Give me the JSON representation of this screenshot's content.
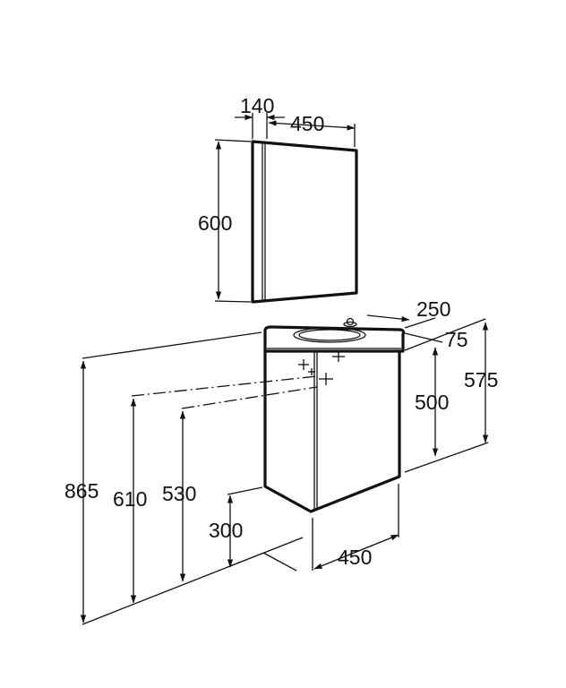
{
  "mirror": {
    "depth": "140",
    "width": "450",
    "height": "600"
  },
  "basin": {
    "depth": "250",
    "offset": "75",
    "front_height": "500",
    "total_height": "575",
    "width": "450"
  },
  "installation": {
    "overall_height": "865",
    "waste_height_1": "610",
    "waste_height_2": "530",
    "floor_clearance": "300"
  },
  "colors": {
    "line": "#111111",
    "background": "#ffffff"
  }
}
